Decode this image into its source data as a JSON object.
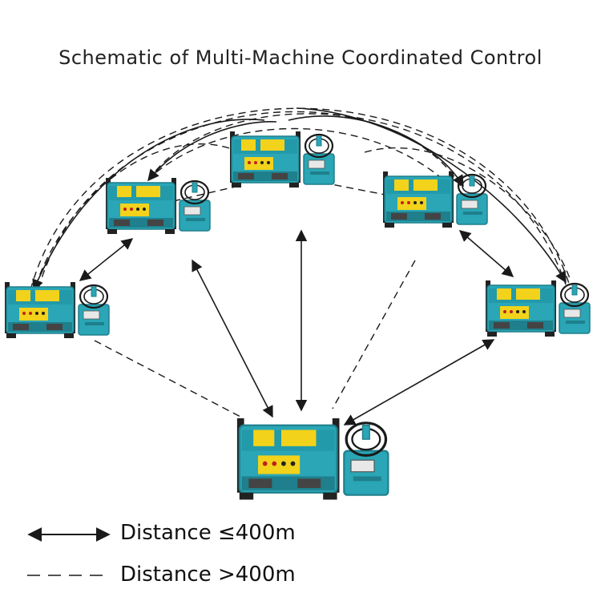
{
  "title": "Schematic of Multi-Machine Coordinated Control",
  "colors": {
    "machine_body": "#2aa6b6",
    "machine_dark": "#1f7f8c",
    "machine_panel": "#f2d21b",
    "machine_frame": "#222222",
    "line": "#1a1a1a"
  },
  "machines": [
    {
      "id": "machine-left",
      "label": ""
    },
    {
      "id": "machine-upper-left",
      "label": ""
    },
    {
      "id": "machine-top",
      "label": ""
    },
    {
      "id": "machine-upper-right",
      "label": ""
    },
    {
      "id": "machine-right",
      "label": ""
    },
    {
      "id": "machine-bottom",
      "label": ""
    }
  ],
  "legend": {
    "solid": {
      "label": "Distance ≤400m",
      "meaning": "solid-double-arrow"
    },
    "dashed": {
      "label": "Distance >400m",
      "meaning": "dashed-line"
    }
  }
}
